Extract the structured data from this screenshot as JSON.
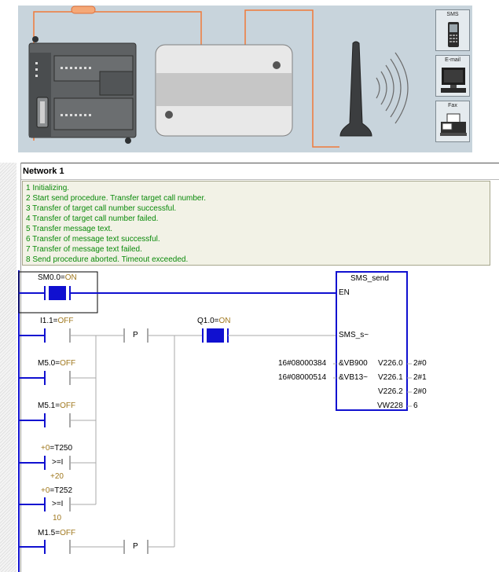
{
  "side_icons": [
    {
      "label": "SMS",
      "icon": "mobile-phone-icon"
    },
    {
      "label": "E-mail",
      "icon": "computer-monitor-icon"
    },
    {
      "label": "Fax",
      "icon": "fax-machine-icon"
    }
  ],
  "network": {
    "title": "Network 1",
    "comments": [
      "1 Initializing.",
      "2 Start send procedure. Transfer target call number.",
      "3 Transfer of target call number successful.",
      "4 Transfer of target call number failed.",
      "5 Transfer message text.",
      "6 Transfer of message text successful.",
      "7 Transfer of message text failed.",
      "8 Send procedure aborted. Timeout exceeded."
    ]
  },
  "contacts": {
    "sm0": {
      "name": "SM0.0=",
      "state": "ON"
    },
    "i11": {
      "name": "I1.1=",
      "state": "OFF"
    },
    "m50": {
      "name": "M5.0=",
      "state": "OFF"
    },
    "m51": {
      "name": "M5.1=",
      "state": "OFF"
    },
    "m15": {
      "name": "M1.5=",
      "state": "OFF"
    },
    "q10": {
      "name": "Q1.0=",
      "state": "ON"
    }
  },
  "compares": {
    "t250": {
      "left": "+0",
      "timer": "=T250",
      "op": ">=I",
      "value": "+20"
    },
    "t252": {
      "left": "+0",
      "timer": "=T252",
      "op": ">=I",
      "value": "10"
    }
  },
  "edge_label": "P",
  "block": {
    "title": "SMS_send",
    "en": "EN",
    "in_pins": [
      {
        "pin": "SMS_s~",
        "value": ""
      },
      {
        "pin": "&VB900",
        "value": "16#08000384"
      },
      {
        "pin": "&VB13~",
        "value": "16#08000514"
      }
    ],
    "out_pins": [
      {
        "pin": "V226.0",
        "value": "2#0"
      },
      {
        "pin": "V226.1",
        "value": "2#1"
      },
      {
        "pin": "V226.2",
        "value": "2#0"
      },
      {
        "pin": "VW228",
        "value": "6"
      }
    ]
  },
  "colors": {
    "power": "#1010d0",
    "idle": "#a8a8a8",
    "on_value": "#a0781e",
    "comment_text": "#0a8a0a"
  }
}
